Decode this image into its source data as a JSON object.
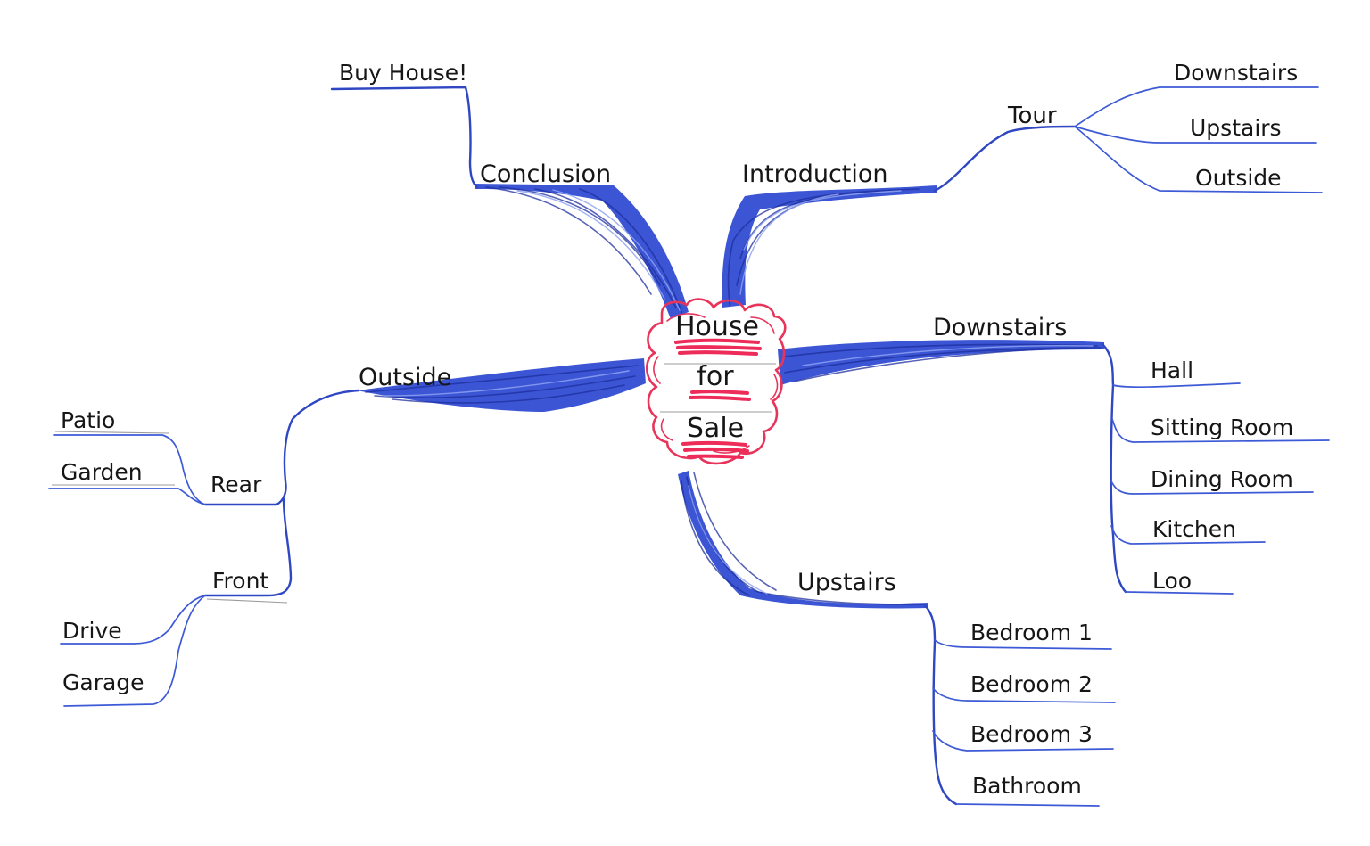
{
  "central_topic": {
    "lines": [
      "House",
      "for",
      "Sale"
    ]
  },
  "branches": {
    "conclusion": {
      "label": "Conclusion",
      "children": [
        "Buy House!"
      ]
    },
    "introduction": {
      "label": "Introduction",
      "tour": {
        "label": "Tour",
        "children": [
          "Downstairs",
          "Upstairs",
          "Outside"
        ]
      }
    },
    "downstairs": {
      "label": "Downstairs",
      "children": [
        "Hall",
        "Sitting Room",
        "Dining Room",
        "Kitchen",
        "Loo"
      ]
    },
    "upstairs": {
      "label": "Upstairs",
      "children": [
        "Bedroom 1",
        "Bedroom 2",
        "Bedroom 3",
        "Bathroom"
      ]
    },
    "outside": {
      "label": "Outside",
      "rear": {
        "label": "Rear",
        "children": [
          "Patio",
          "Garden"
        ]
      },
      "front": {
        "label": "Front",
        "children": [
          "Drive",
          "Garage"
        ]
      }
    }
  },
  "colors": {
    "branch_ink": "#2f47c2",
    "central_ink": "#e8345b",
    "text_ink": "#161616"
  }
}
